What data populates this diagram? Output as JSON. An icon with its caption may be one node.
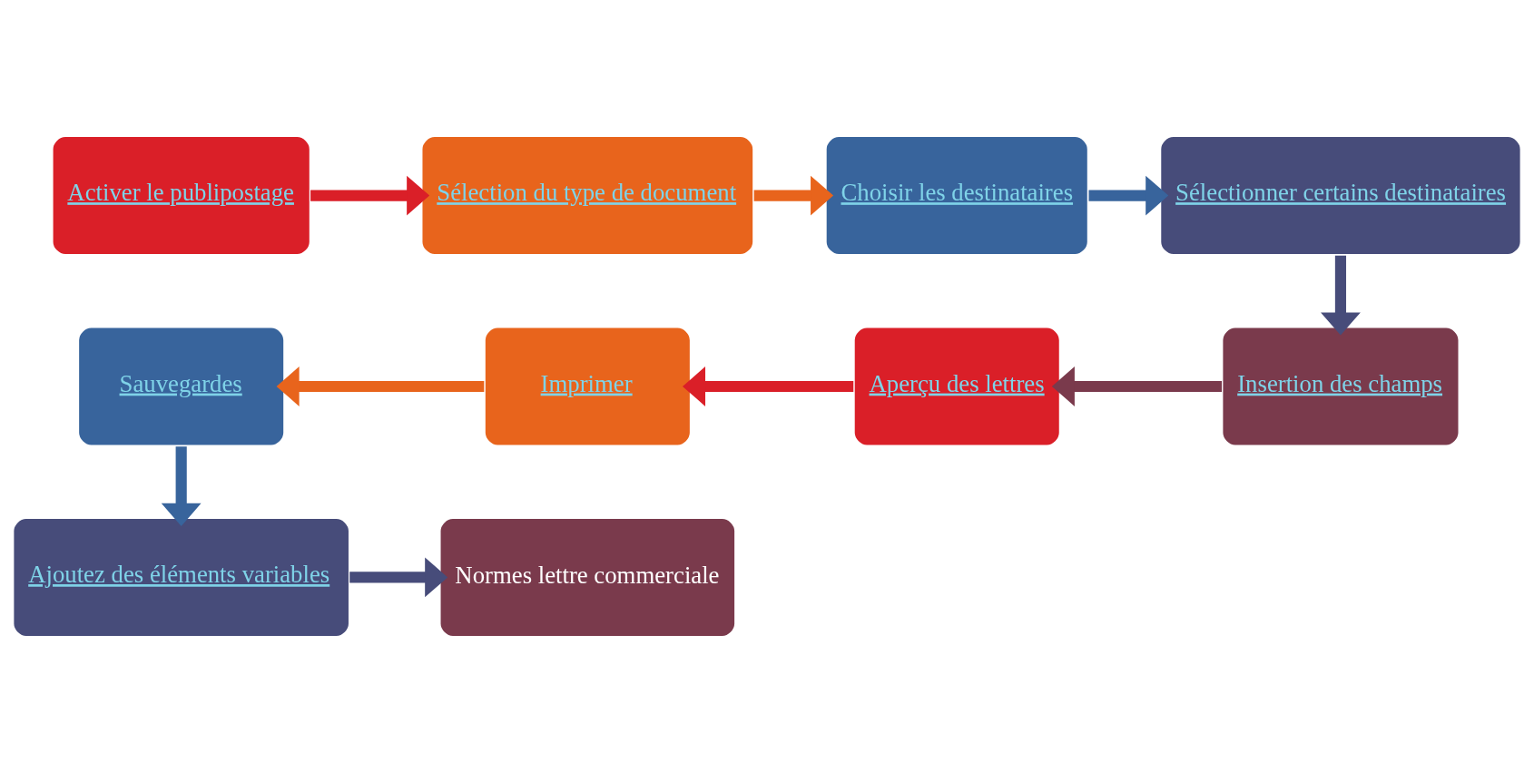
{
  "diagram": {
    "nodes": [
      {
        "text": [
          "Activer le publipostage"
        ]
      },
      {
        "text": [
          "Sélection du type de document"
        ]
      },
      {
        "text": [
          "Choisir les destinataires"
        ]
      },
      {
        "text": [
          "Sélectionner certains destinataires"
        ]
      },
      {
        "text": [
          "Insertion des champs"
        ]
      },
      {
        "text": [
          "Aperçu des lettres"
        ]
      },
      {
        "text": [
          "Imprimer"
        ]
      },
      {
        "text": [
          "Sauvegardes"
        ]
      },
      {
        "text": [
          " Ajoutez des éléments variables"
        ]
      },
      {
        "text": [
          "Normes lettre commerciale"
        ]
      }
    ],
    "edges": [
      {
        "from": 0,
        "to": 1,
        "arrow": "to",
        "color": "#da1f28"
      },
      {
        "from": 1,
        "to": 2,
        "arrow": "to",
        "color": "#e8641c"
      },
      {
        "from": 2,
        "to": 3,
        "arrow": "to",
        "color": "#38649c"
      },
      {
        "from": 3,
        "to": 4,
        "arrow": "to",
        "color": "#474c7a"
      },
      {
        "from": 4,
        "to": 5,
        "arrow": "to",
        "color": "#7a3a4c"
      },
      {
        "from": 5,
        "to": 6,
        "arrow": "to",
        "color": "#da1f28"
      },
      {
        "from": 6,
        "to": 7,
        "arrow": "to",
        "color": "#e8641c"
      },
      {
        "from": 7,
        "to": 8,
        "arrow": "to",
        "color": "#38649c"
      },
      {
        "from": 8,
        "to": 9,
        "arrow": "to",
        "color": "#474c7a"
      }
    ]
  }
}
